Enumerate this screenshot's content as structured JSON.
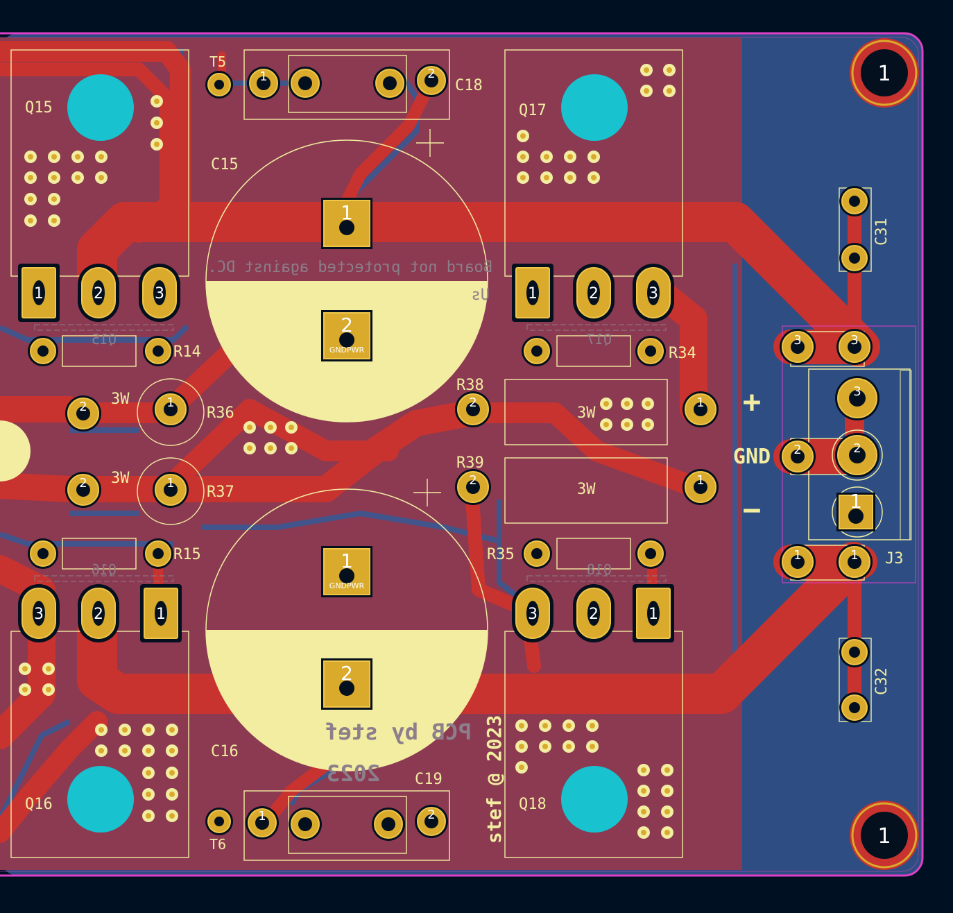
{
  "refs": {
    "q15": "Q15",
    "q16": "Q16",
    "q17": "Q17",
    "q18": "Q18",
    "t5": "T5",
    "t6": "T6",
    "c15": "C15",
    "c16": "C16",
    "c18": "C18",
    "c19": "C19",
    "c31": "C31",
    "c32": "C32",
    "r14": "R14",
    "r15": "R15",
    "r34": "R34",
    "r35": "R35",
    "r36": "R36",
    "r37": "R37",
    "r38": "R38",
    "r39": "R39",
    "j3": "J3"
  },
  "values": {
    "3w": "3W"
  },
  "power_labels": {
    "plus": "+",
    "gnd": "GND",
    "minus": "−"
  },
  "signature": "stef @ 2023",
  "back_silk": {
    "warning": "Board not protected against DC.",
    "us": "Us",
    "pcb_by": "PCB by stef",
    "year": "2023",
    "q15": "Q15",
    "q16": "Q16",
    "q17": "Q17",
    "q18": "Q18"
  },
  "pad_numbers": {
    "one": "1",
    "two": "2",
    "three": "3"
  },
  "net_labels": {
    "gndpwr": "GNDPWR"
  },
  "colors": {
    "background": "#001023",
    "board_back_copper": "#2d4d83",
    "front_copper_fill": "#8b3a52",
    "front_copper_trace": "#c8332f",
    "pad": "#d9aa2c",
    "pad_edge": "#f0c64a",
    "drill": "#04101e",
    "silkscreen": "#f2eda1",
    "via_cyan": "#18c2cf",
    "edge_cuts": "#e040c8"
  }
}
